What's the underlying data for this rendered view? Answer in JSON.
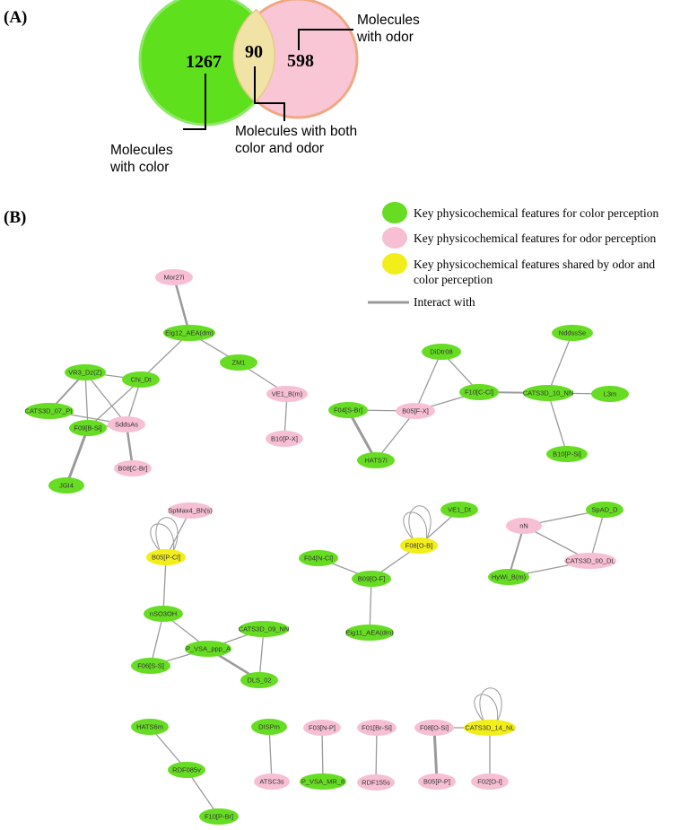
{
  "panel_a": {
    "label": "(A)",
    "color_count": "1267",
    "both_count": "90",
    "odor_count": "598",
    "label_color": [
      "Molecules",
      "with color"
    ],
    "label_odor": [
      "Molecules",
      "with odor"
    ],
    "label_both": [
      "Molecules with both",
      "color and odor"
    ]
  },
  "panel_b": {
    "label": "(B)",
    "legend": [
      {
        "color": "#66dd22",
        "text": [
          "Key physicochemical features for color perception"
        ]
      },
      {
        "color": "#f7bfd3",
        "text": [
          "Key physicochemical features for odor perception"
        ]
      },
      {
        "color": "#f2ee1a",
        "text": [
          "Key physicochemical features shared by odor and",
          "color perception"
        ]
      },
      {
        "line": true,
        "text": [
          "Interact with"
        ]
      }
    ]
  },
  "colors": {
    "color_feature": "#66dd22",
    "odor_feature": "#f7bfd3",
    "shared_feature": "#f2ee1a",
    "edge": "#9a9a9a",
    "venn_green": "#5fe01c",
    "venn_pink": "#f9c6d6",
    "venn_overlap": "#f1e2a6"
  },
  "network": {
    "nodes": [
      {
        "id": "Mor27i",
        "type": "odor"
      },
      {
        "id": "Eig12_AEA(dm)",
        "type": "color"
      },
      {
        "id": "ZM1",
        "type": "color"
      },
      {
        "id": "VE1_B(m)",
        "type": "odor"
      },
      {
        "id": "B10[P-X]",
        "type": "odor"
      },
      {
        "id": "VR3_Dz(Z)",
        "type": "color"
      },
      {
        "id": "Chi_Dt",
        "type": "color"
      },
      {
        "id": "CATS3D_07_PL",
        "type": "color"
      },
      {
        "id": "F09[B-Si]",
        "type": "color"
      },
      {
        "id": "SddsAs",
        "type": "odor"
      },
      {
        "id": "B08[C-Br]",
        "type": "odor"
      },
      {
        "id": "JGI4",
        "type": "color"
      },
      {
        "id": "DiDtr08",
        "type": "color"
      },
      {
        "id": "NddssSe",
        "type": "color"
      },
      {
        "id": "F04[S-Br]",
        "type": "color"
      },
      {
        "id": "B05[F-X]",
        "type": "odor"
      },
      {
        "id": "F10[C-Cl]",
        "type": "color"
      },
      {
        "id": "CATS3D_10_NN",
        "type": "color"
      },
      {
        "id": "L3m",
        "type": "color"
      },
      {
        "id": "HATS7i",
        "type": "color"
      },
      {
        "id": "B10[P-Si]",
        "type": "color"
      },
      {
        "id": "SpMax4_Bh(s)",
        "type": "odor"
      },
      {
        "id": "B05[P-Cl]",
        "type": "shared"
      },
      {
        "id": "nSO3OH",
        "type": "color"
      },
      {
        "id": "CATS3D_09_NN",
        "type": "color"
      },
      {
        "id": "P_VSA_ppp_A",
        "type": "color"
      },
      {
        "id": "F06[S-S]",
        "type": "color"
      },
      {
        "id": "DLS_02",
        "type": "color"
      },
      {
        "id": "VE1_Dt",
        "type": "color"
      },
      {
        "id": "F08[O-B]",
        "type": "shared"
      },
      {
        "id": "F04[N-Cl]",
        "type": "color"
      },
      {
        "id": "B09[O-F]",
        "type": "color"
      },
      {
        "id": "Eig11_AEA(dm)",
        "type": "color"
      },
      {
        "id": "nN",
        "type": "odor"
      },
      {
        "id": "SpAD_D",
        "type": "color"
      },
      {
        "id": "CATS3D_00_DL",
        "type": "odor"
      },
      {
        "id": "HyWi_B(m)",
        "type": "color"
      },
      {
        "id": "HATS6m",
        "type": "color"
      },
      {
        "id": "RDF085v",
        "type": "color"
      },
      {
        "id": "F10[P-Br]",
        "type": "color"
      },
      {
        "id": "DISPm",
        "type": "color"
      },
      {
        "id": "ATSC3s",
        "type": "odor"
      },
      {
        "id": "F03[N-P]",
        "type": "odor"
      },
      {
        "id": "P_VSA_MR_8",
        "type": "color"
      },
      {
        "id": "F01[Br-Si]",
        "type": "odor"
      },
      {
        "id": "RDF155s",
        "type": "odor"
      },
      {
        "id": "F08[O-Si]",
        "type": "odor"
      },
      {
        "id": "B05[P-P]",
        "type": "odor"
      },
      {
        "id": "CATS3D_14_NL",
        "type": "shared"
      },
      {
        "id": "F02[O-I]",
        "type": "odor"
      }
    ],
    "edges": [
      [
        "Mor27i",
        "Eig12_AEA(dm)"
      ],
      [
        "Eig12_AEA(dm)",
        "ZM1"
      ],
      [
        "Eig12_AEA(dm)",
        "Chi_Dt"
      ],
      [
        "ZM1",
        "VE1_B(m)"
      ],
      [
        "VE1_B(m)",
        "B10[P-X]"
      ],
      [
        "VR3_Dz(Z)",
        "Chi_Dt"
      ],
      [
        "VR3_Dz(Z)",
        "CATS3D_07_PL"
      ],
      [
        "VR3_Dz(Z)",
        "F09[B-Si]"
      ],
      [
        "VR3_Dz(Z)",
        "SddsAs"
      ],
      [
        "Chi_Dt",
        "F09[B-Si]"
      ],
      [
        "Chi_Dt",
        "SddsAs"
      ],
      [
        "CATS3D_07_PL",
        "SddsAs"
      ],
      [
        "F09[B-Si]",
        "SddsAs"
      ],
      [
        "F09[B-Si]",
        "JGI4"
      ],
      [
        "SddsAs",
        "B08[C-Br]"
      ],
      [
        "DiDtr08",
        "B05[F-X]"
      ],
      [
        "DiDtr08",
        "F10[C-Cl]"
      ],
      [
        "F04[S-Br]",
        "B05[F-X]"
      ],
      [
        "F04[S-Br]",
        "HATS7i"
      ],
      [
        "B05[F-X]",
        "HATS7i"
      ],
      [
        "B05[F-X]",
        "F10[C-Cl]"
      ],
      [
        "F10[C-Cl]",
        "CATS3D_10_NN"
      ],
      [
        "CATS3D_10_NN",
        "NddssSe"
      ],
      [
        "CATS3D_10_NN",
        "L3m"
      ],
      [
        "CATS3D_10_NN",
        "B10[P-Si]"
      ],
      [
        "SpMax4_Bh(s)",
        "B05[P-Cl]"
      ],
      [
        "B05[P-Cl]",
        "nSO3OH"
      ],
      [
        "nSO3OH",
        "P_VSA_ppp_A"
      ],
      [
        "nSO3OH",
        "F06[S-S]"
      ],
      [
        "P_VSA_ppp_A",
        "F06[S-S]"
      ],
      [
        "P_VSA_ppp_A",
        "CATS3D_09_NN"
      ],
      [
        "P_VSA_ppp_A",
        "DLS_02"
      ],
      [
        "CATS3D_09_NN",
        "DLS_02"
      ],
      [
        "VE1_Dt",
        "F08[O-B]"
      ],
      [
        "F08[O-B]",
        "B09[O-F]"
      ],
      [
        "F04[N-Cl]",
        "B09[O-F]"
      ],
      [
        "B09[O-F]",
        "Eig11_AEA(dm)"
      ],
      [
        "nN",
        "SpAD_D"
      ],
      [
        "nN",
        "HyWi_B(m)"
      ],
      [
        "nN",
        "CATS3D_00_DL"
      ],
      [
        "SpAD_D",
        "CATS3D_00_DL"
      ],
      [
        "HyWi_B(m)",
        "CATS3D_00_DL"
      ],
      [
        "HATS6m",
        "RDF085v"
      ],
      [
        "RDF085v",
        "F10[P-Br]"
      ],
      [
        "DISPm",
        "ATSC3s"
      ],
      [
        "F03[N-P]",
        "P_VSA_MR_8"
      ],
      [
        "F01[Br-Si]",
        "RDF155s"
      ],
      [
        "F08[O-Si]",
        "CATS3D_14_NL"
      ],
      [
        "F08[O-Si]",
        "B05[P-P]"
      ],
      [
        "CATS3D_14_NL",
        "F02[O-I]"
      ]
    ],
    "self_loops": [
      "B05[P-Cl]",
      "F08[O-B]",
      "CATS3D_14_NL"
    ]
  }
}
